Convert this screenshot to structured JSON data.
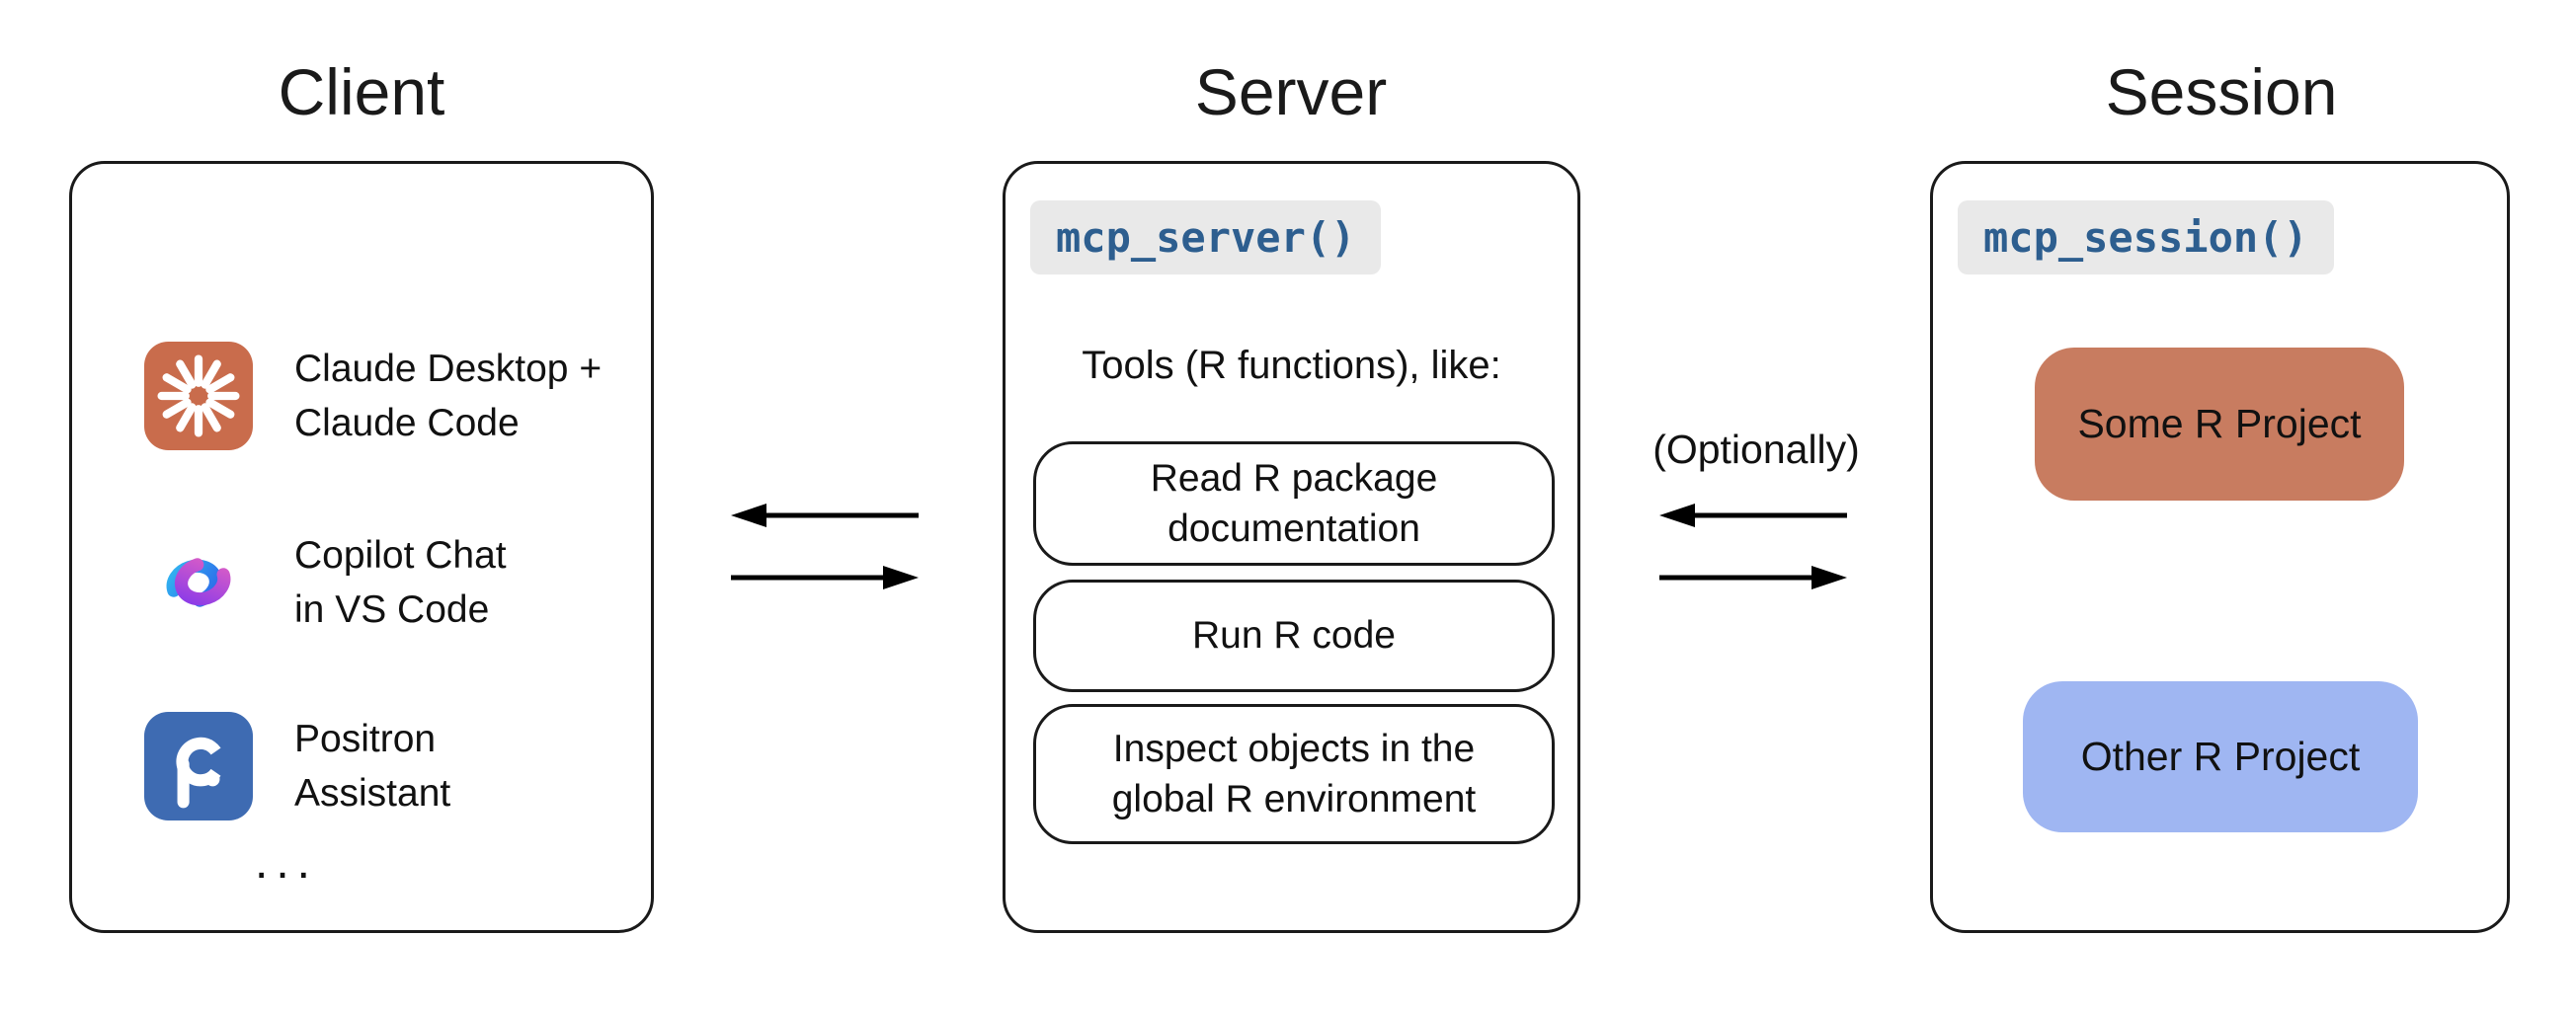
{
  "client": {
    "title": "Client",
    "items": [
      {
        "name": "claude",
        "label": "Claude Desktop +\nClaude Code"
      },
      {
        "name": "copilot",
        "label": "Copilot Chat\nin VS Code"
      },
      {
        "name": "positron",
        "label": "Positron\nAssistant"
      }
    ],
    "ellipsis": "..."
  },
  "server": {
    "title": "Server",
    "code_chip": "mcp_server()",
    "tools_heading": "Tools (R functions), like:",
    "tools": [
      "Read R package documentation",
      "Run R code",
      "Inspect objects in the global R environment"
    ]
  },
  "session": {
    "title": "Session",
    "code_chip": "mcp_session()",
    "projects": [
      {
        "label": "Some R Project",
        "color": "#C87C60"
      },
      {
        "label": "Other R Project",
        "color": "#9FB6F2"
      }
    ]
  },
  "annotations": {
    "optionally": "(Optionally)"
  },
  "colors": {
    "chip_bg": "#E9E9E9",
    "chip_text": "#2D5E8F",
    "claude_tile": "#C96C4C",
    "positron_tile": "#3E6BB2",
    "box_border": "#1A1A1A",
    "arrow": "#000000"
  }
}
